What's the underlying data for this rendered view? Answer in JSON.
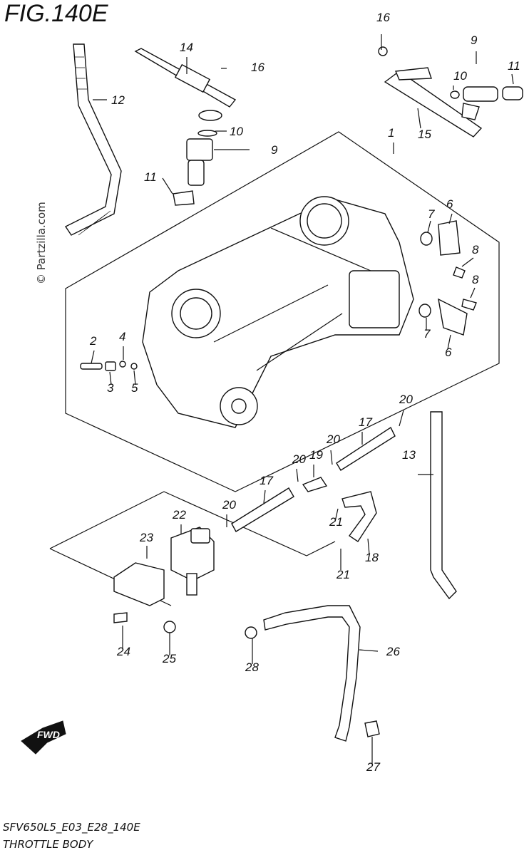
{
  "figure": {
    "title": "FIG.140E",
    "watermark": "© Partzilla.com",
    "code": "SFV650L5_E03_E28_140E",
    "name": "THROTTLE BODY",
    "fwd_label": "FWD"
  },
  "callouts": [
    "16",
    "9",
    "10",
    "11",
    "14",
    "16",
    "12",
    "10",
    "9",
    "15",
    "1",
    "11",
    "7",
    "6",
    "8",
    "8",
    "7",
    "6",
    "2",
    "4",
    "3",
    "5",
    "20",
    "17",
    "20",
    "20",
    "19",
    "17",
    "13",
    "20",
    "21",
    "18",
    "22",
    "23",
    "21",
    "24",
    "25",
    "26",
    "28",
    "27"
  ]
}
